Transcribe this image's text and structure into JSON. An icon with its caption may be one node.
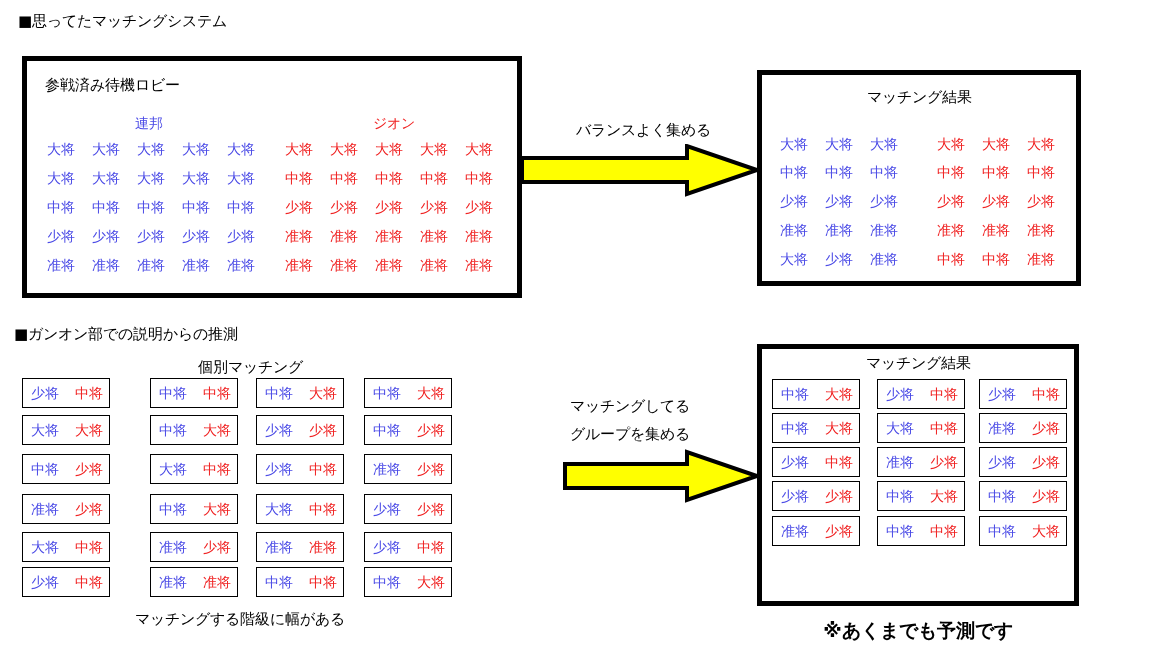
{
  "diagram": {
    "nodes": [
      {
        "text": [
          "参戦済み待機ロビー",
          "連邦",
          "ジオン",
          "大将",
          "大将",
          "大将",
          "大将",
          "大将",
          "大将",
          "大将",
          "大将",
          "大将",
          "大将",
          "大将",
          "大将",
          "大将",
          "大将",
          "大将",
          "中将",
          "中将",
          "中将",
          "中将",
          "中将",
          "中将",
          "中将",
          "中将",
          "中将",
          "中将",
          "少将",
          "少将",
          "少将",
          "少将",
          "少将",
          "少将",
          "少将",
          "少将",
          "少将",
          "少将",
          "准将",
          "准将",
          "准将",
          "准将",
          "准将",
          "准将",
          "准将",
          "准将",
          "准将",
          "准将",
          "准将",
          "准将",
          "准将",
          "准将",
          "准将"
        ]
      },
      {
        "text": [
          "マッチング結果",
          "大将",
          "大将",
          "大将",
          "大将",
          "大将",
          "大将",
          "中将",
          "中将",
          "中将",
          "中将",
          "中将",
          "中将",
          "少将",
          "少将",
          "少将",
          "少将",
          "少将",
          "少将",
          "准将",
          "准将",
          "准将",
          "准将",
          "准将",
          "准将",
          "大将",
          "少将",
          "准将",
          "中将",
          "中将",
          "准将"
        ]
      },
      {
        "text": [
          "少将",
          "中将"
        ]
      },
      {
        "text": [
          "中将",
          "中将"
        ]
      },
      {
        "text": [
          "中将",
          "大将"
        ]
      },
      {
        "text": [
          "中将",
          "大将"
        ]
      },
      {
        "text": [
          "大将",
          "大将"
        ]
      },
      {
        "text": [
          "中将",
          "大将"
        ]
      },
      {
        "text": [
          "少将",
          "少将"
        ]
      },
      {
        "text": [
          "中将",
          "少将"
        ]
      },
      {
        "text": [
          "中将",
          "少将"
        ]
      },
      {
        "text": [
          "大将",
          "中将"
        ]
      },
      {
        "text": [
          "少将",
          "中将"
        ]
      },
      {
        "text": [
          "准将",
          "少将"
        ]
      },
      {
        "text": [
          "准将",
          "少将"
        ]
      },
      {
        "text": [
          "中将",
          "大将"
        ]
      },
      {
        "text": [
          "大将",
          "中将"
        ]
      },
      {
        "text": [
          "少将",
          "少将"
        ]
      },
      {
        "text": [
          "大将",
          "中将"
        ]
      },
      {
        "text": [
          "准将",
          "少将"
        ]
      },
      {
        "text": [
          "准将",
          "准将"
        ]
      },
      {
        "text": [
          "少将",
          "中将"
        ]
      },
      {
        "text": [
          "少将",
          "中将"
        ]
      },
      {
        "text": [
          "准将",
          "准将"
        ]
      },
      {
        "text": [
          "中将",
          "中将"
        ]
      },
      {
        "text": [
          "中将",
          "大将"
        ]
      },
      {
        "text": [
          "マッチング結果"
        ]
      },
      {
        "text": [
          "中将",
          "大将"
        ],
        "in": 26
      },
      {
        "text": [
          "少将",
          "中将"
        ],
        "in": 26
      },
      {
        "text": [
          "少将",
          "中将"
        ],
        "in": 26
      },
      {
        "text": [
          "中将",
          "大将"
        ],
        "in": 26
      },
      {
        "text": [
          "大将",
          "中将"
        ],
        "in": 26
      },
      {
        "text": [
          "准将",
          "少将"
        ],
        "in": 26
      },
      {
        "text": [
          "少将",
          "中将"
        ],
        "in": 26
      },
      {
        "text": [
          "准将",
          "少将"
        ],
        "in": 26
      },
      {
        "text": [
          "少将",
          "少将"
        ],
        "in": 26
      },
      {
        "text": [
          "少将",
          "少将"
        ],
        "in": 26
      },
      {
        "text": [
          "中将",
          "大将"
        ],
        "in": 26
      },
      {
        "text": [
          "中将",
          "少将"
        ],
        "in": 26
      },
      {
        "text": [
          "准将",
          "少将"
        ],
        "in": 26
      },
      {
        "text": [
          "中将",
          "中将"
        ],
        "in": 26
      },
      {
        "text": [
          "中将",
          "大将"
        ],
        "in": 26
      }
    ],
    "edges": [
      {
        "from": 0,
        "to": 1,
        "arrow": "to",
        "label": "バランスよく集める"
      },
      {
        "from": null,
        "to": 26,
        "arrow": "to",
        "label": "マッチングしてるグループを集める"
      }
    ],
    "labels": [
      "■思ってたマッチングシステム",
      "■ガンオン部での説明からの推測",
      "個別マッチング",
      "マッチングする階級に幅がある",
      "※あくまでも予測です"
    ]
  }
}
